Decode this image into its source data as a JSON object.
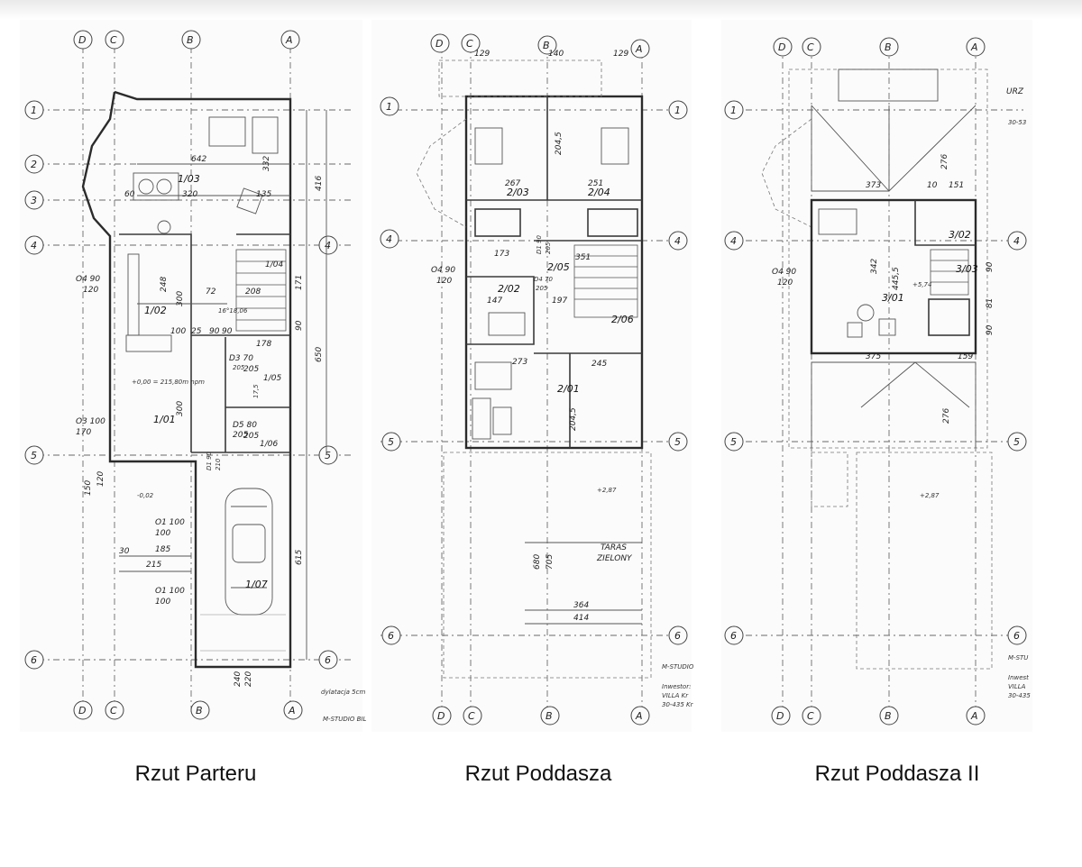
{
  "captions": {
    "ground": "Rzut Parteru",
    "first": "Rzut Poddasza",
    "second": "Rzut Poddasza II"
  },
  "axes": {
    "columns": [
      "D",
      "C",
      "B",
      "A"
    ],
    "rows": [
      "1",
      "2",
      "3",
      "4",
      "5",
      "6"
    ]
  },
  "ground_plan": {
    "rooms": [
      "1/03",
      "1/02",
      "1/01",
      "1/07",
      "1/04",
      "1/05",
      "1/06"
    ],
    "dimensions": [
      "642",
      "320",
      "135",
      "332",
      "60",
      "248",
      "300",
      "72",
      "208",
      "300",
      "90",
      "100",
      "25",
      "90",
      "178",
      "205",
      "17,5",
      "205",
      "185",
      "215",
      "150",
      "120",
      "30",
      "240",
      "220",
      "615",
      "650",
      "416",
      "171",
      "90"
    ],
    "openings": [
      "O1 100",
      "100",
      "O1 100",
      "100",
      "O3 100",
      "170",
      "O4 90",
      "120",
      "D3 70",
      "205",
      "D5 80",
      "205",
      "D1 90",
      "210"
    ],
    "level": "+0,00 = 215,80m npm",
    "level_low": "-0,02",
    "stairs": "16°18,06",
    "notes": [
      "dylatacja 5cm",
      "M-STUDIO BIL"
    ]
  },
  "first_plan": {
    "rooms": [
      "2/03",
      "2/04",
      "2/05",
      "2/02",
      "2/06",
      "2/01"
    ],
    "dimensions": [
      "129",
      "140",
      "129",
      "267",
      "251",
      "204,5",
      "173",
      "351",
      "197",
      "147",
      "273",
      "245",
      "204,5",
      "364",
      "414",
      "680",
      "705"
    ],
    "openings": [
      "O4 90",
      "120",
      "D4 70",
      "205",
      "D1 90",
      "205"
    ],
    "level": "+2,87",
    "terrace": [
      "TARAS",
      "ZIELONY"
    ],
    "notes": [
      "M-STUDIO",
      "Inwestor:",
      "VILLA Kr",
      "30-435 Kr"
    ]
  },
  "second_plan": {
    "rooms": [
      "3/02",
      "3/03",
      "3/01"
    ],
    "dimensions": [
      "373",
      "10",
      "151",
      "342",
      "445,5",
      "375",
      "159",
      "276",
      "276",
      "81",
      "90",
      "90"
    ],
    "openings": [
      "O4 90",
      "120"
    ],
    "level": "+5,74",
    "level_terrace": "+2,87",
    "notes": [
      "URZ",
      "30-53",
      "M-STU",
      "Inwest",
      "VILLA",
      "30-435"
    ]
  }
}
